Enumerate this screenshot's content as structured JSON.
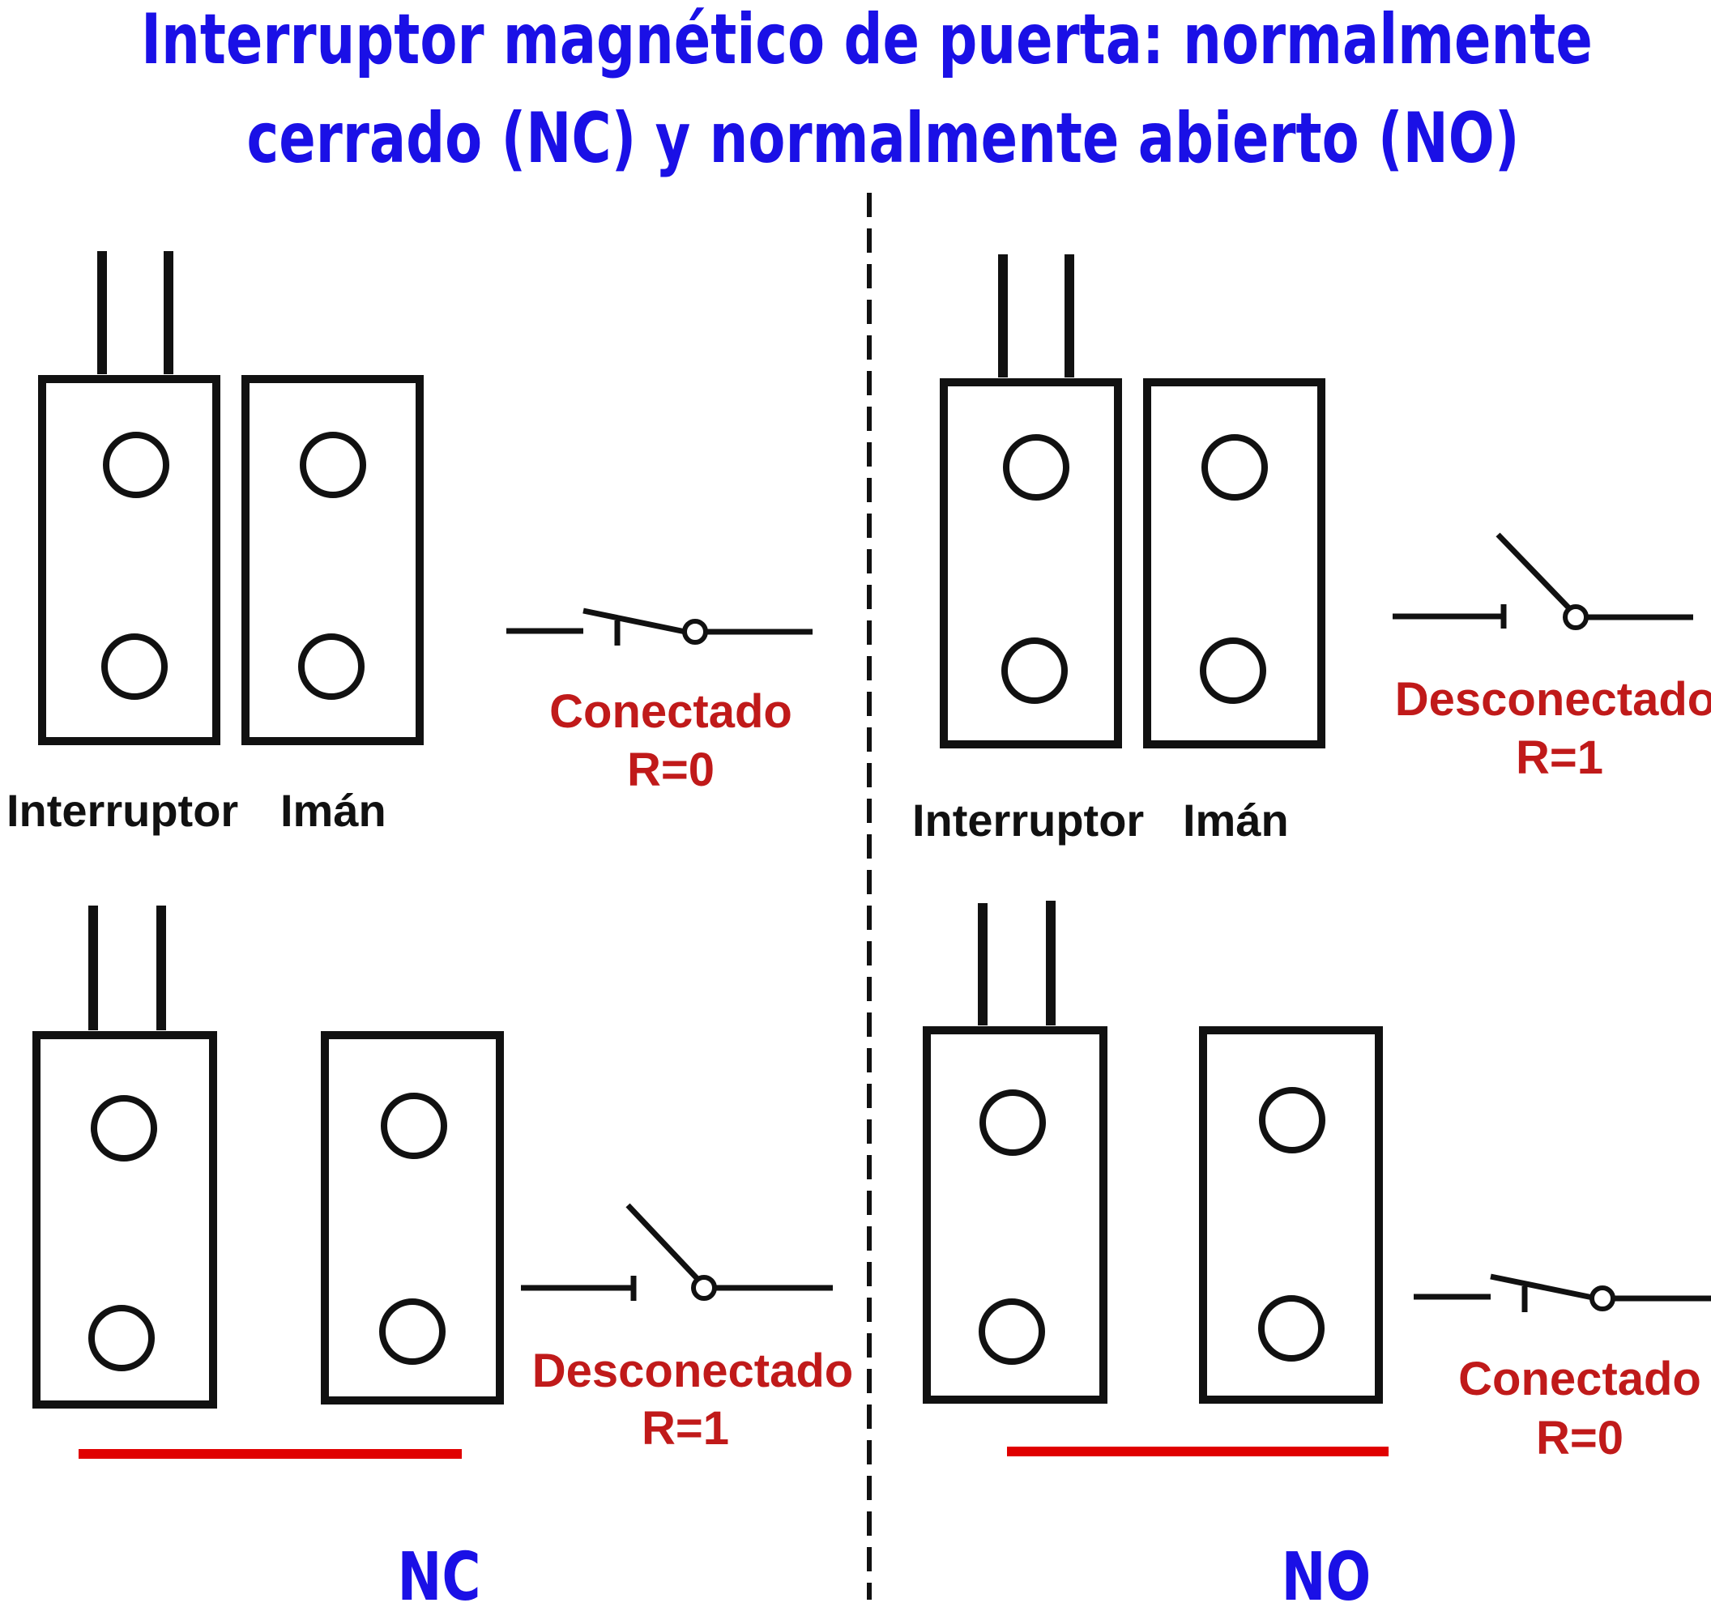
{
  "title": {
    "line1": "Interruptor magnético de puerta: normalmente",
    "line2": "cerrado (NC) y normalmente abierto (NO)"
  },
  "colors": {
    "title": "#1a10e6",
    "state": "#c01a1a",
    "arrow": "#e00000",
    "line": "#111111"
  },
  "panels": {
    "nc_top": {
      "state": "Conectado",
      "resistance": "R=0",
      "label_switch": "Interruptor",
      "label_magnet": "Imán"
    },
    "no_top": {
      "state": "Desconectado",
      "resistance": "R=1",
      "label_switch": "Interruptor",
      "label_magnet": "Imán"
    },
    "nc_bottom": {
      "state": "Desconectado",
      "resistance": "R=1",
      "tag": "NC"
    },
    "no_bottom": {
      "state": "Conectado",
      "resistance": "R=0",
      "tag": "NO"
    }
  }
}
